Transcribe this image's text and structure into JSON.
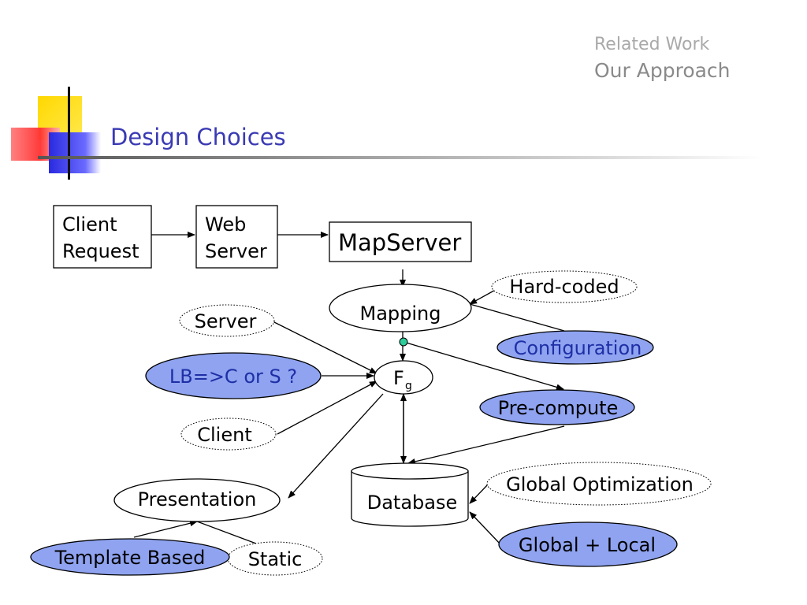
{
  "nav": {
    "related": "Related Work",
    "ours": "Our Approach"
  },
  "title": "Design Choices",
  "nodes": {
    "client_request_l1": "Client",
    "client_request_l2": "Request",
    "web_server_l1": "Web",
    "web_server_l2": "Server",
    "mapserver": "MapServer",
    "mapping": "Mapping",
    "hard_coded": "Hard-coded",
    "configuration": "Configuration",
    "server": "Server",
    "lb": "LB=>C or S ?",
    "client": "Client",
    "fg_main": "F",
    "fg_sub": "g",
    "pre_compute": "Pre-compute",
    "database": "Database",
    "presentation": "Presentation",
    "global_optimization": "Global Optimization",
    "global_local": "Global + Local",
    "template_based": "Template Based",
    "static": "Static"
  },
  "colors": {
    "filled": "#8fa3f0",
    "title": "#3a3ab4",
    "line": "#000000"
  }
}
